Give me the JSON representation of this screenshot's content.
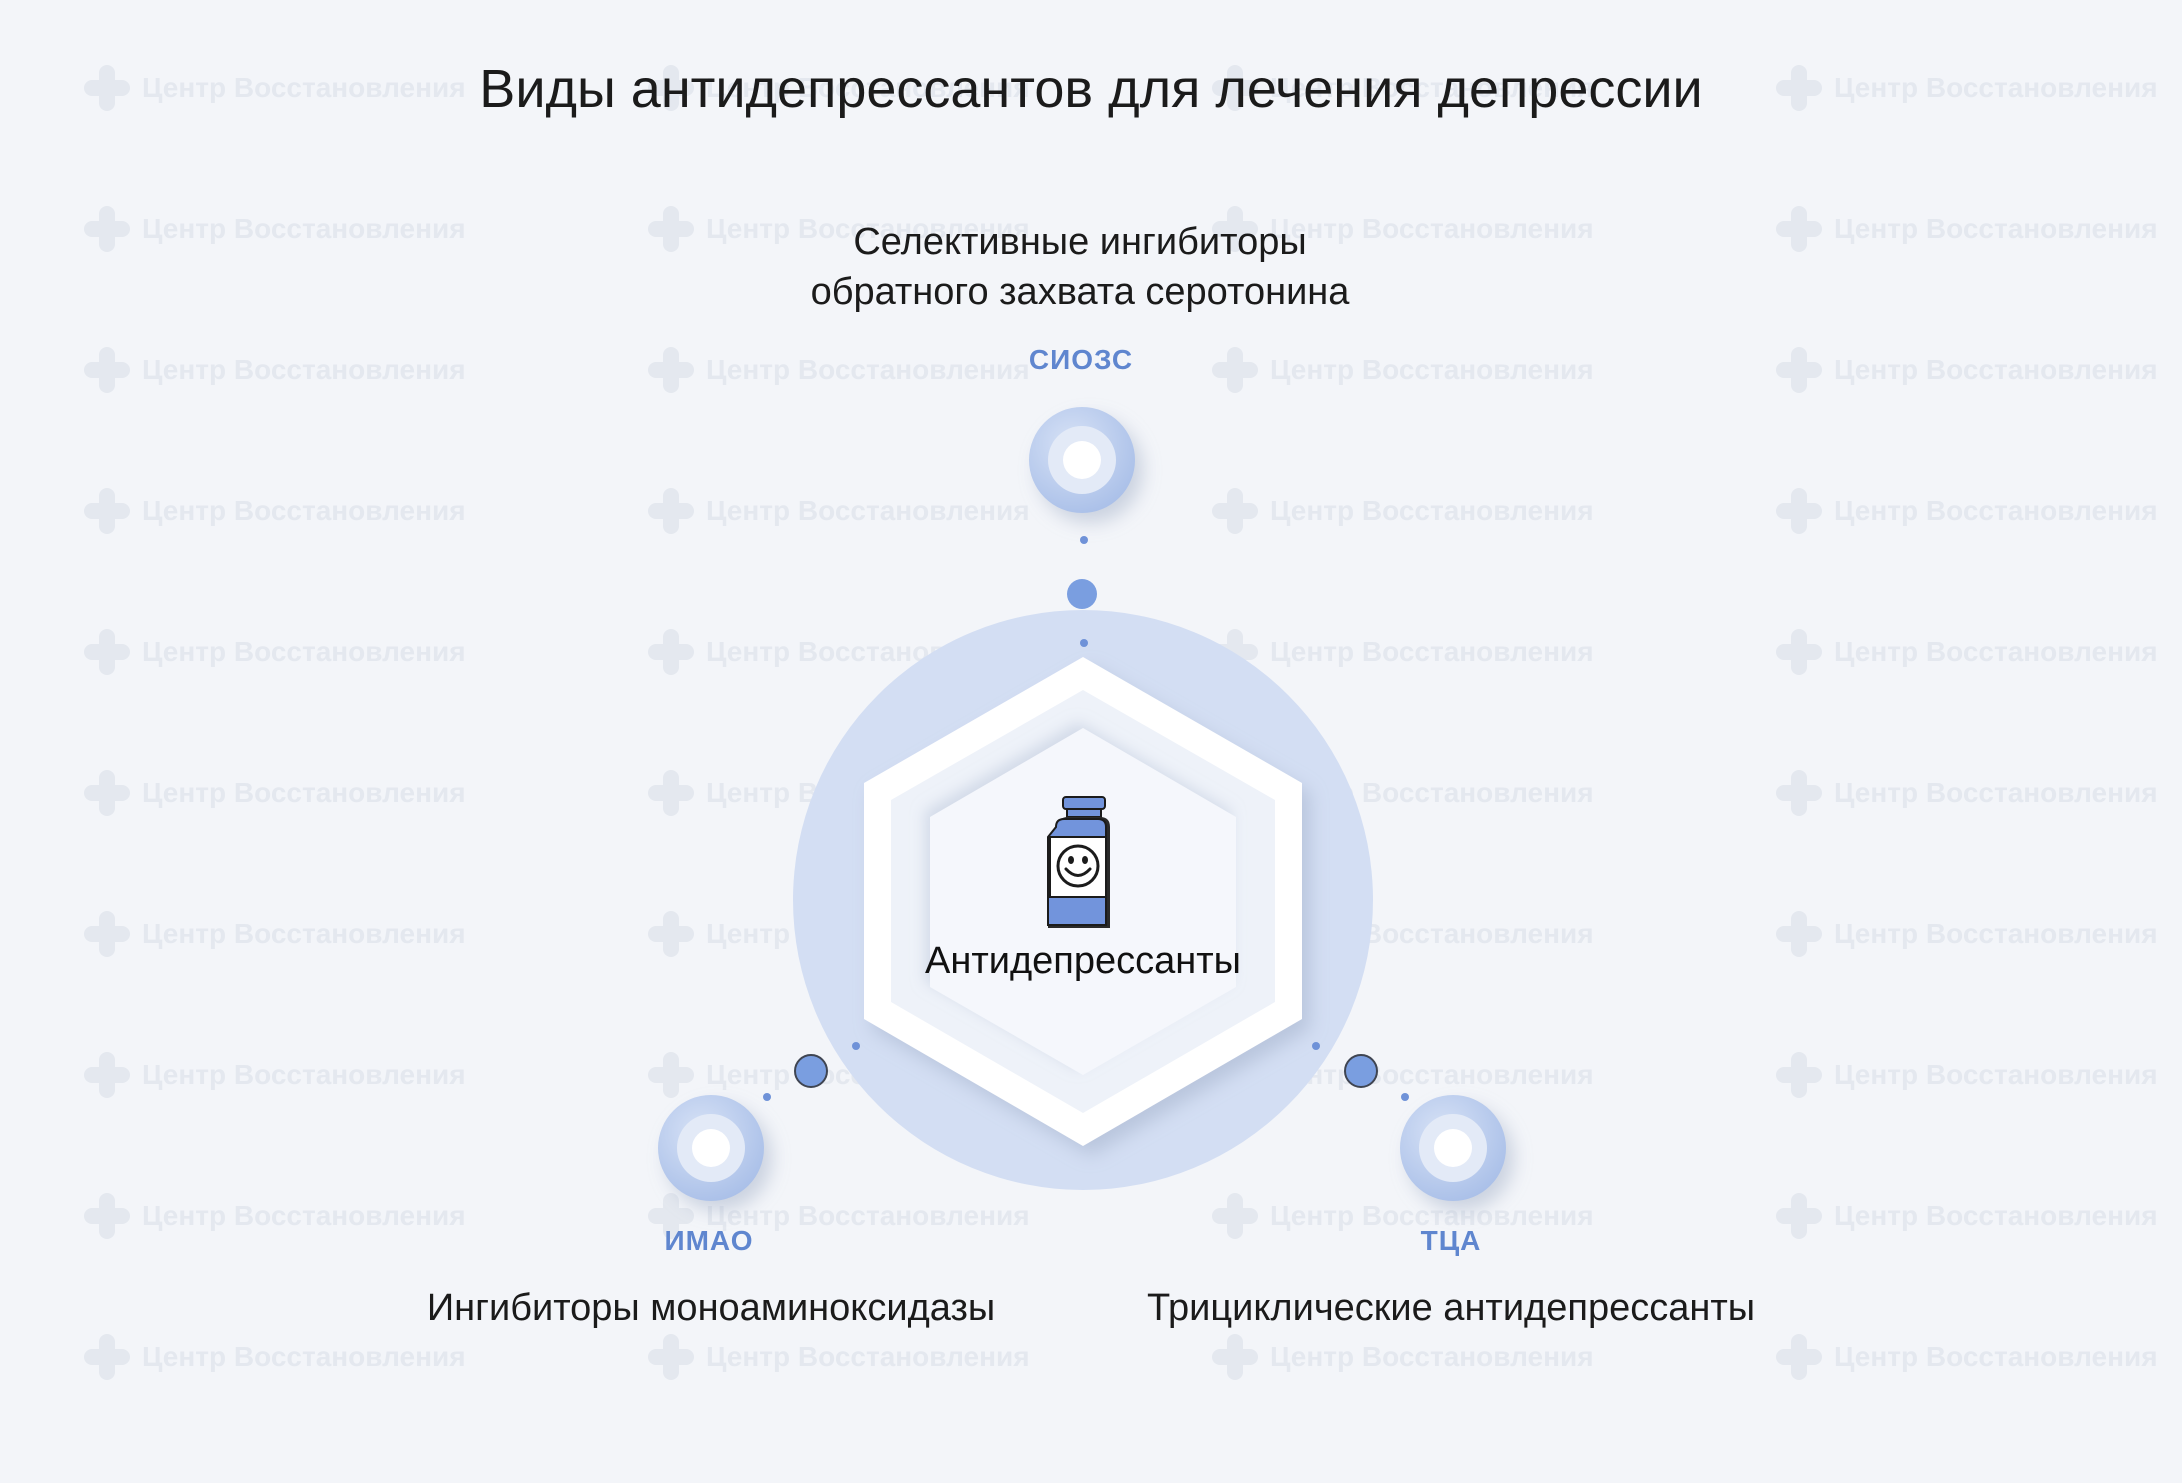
{
  "title": "Виды антидепрессантов для лечения депрессии",
  "watermark": {
    "text": "Центр Восстановления"
  },
  "center": {
    "label": "Антидепрессанты",
    "icon": "smiley-pill-bottle-icon"
  },
  "nodes": [
    {
      "id": "ssri",
      "abbr": "СИОЗС",
      "label_line1": "Селективные ингибиторы",
      "label_line2": "обратного захвата серотонина"
    },
    {
      "id": "maoi",
      "abbr": "ИМАО",
      "label": "Ингибиторы моноаминоксидазы"
    },
    {
      "id": "tca",
      "abbr": "ТЦА",
      "label": "Трициклические антидепрессанты"
    }
  ],
  "colors": {
    "background": "#f3f5f9",
    "accent": "#5f86cf",
    "circle": "#d3def3",
    "dot": "#7a9ee0"
  }
}
